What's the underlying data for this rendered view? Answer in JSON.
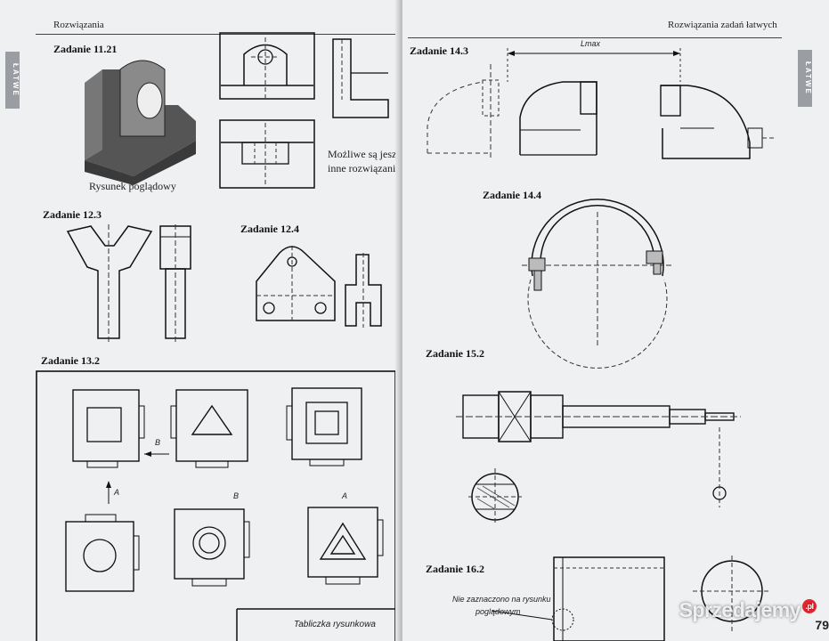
{
  "left_page": {
    "side_tab": "ŁATWE",
    "header": "Rozwiązania",
    "tasks": {
      "t11_21": "Zadanie 11.21",
      "t12_3": "Zadanie 12.3",
      "t12_4": "Zadanie 12.4",
      "t13_2": "Zadanie 13.2"
    },
    "caption_pictorial": "Rysunek poglądowy",
    "caption_other_1": "Możliwe są jeszcze",
    "caption_other_2": "inne rozwiązania",
    "arrow_labels": {
      "b1": "B",
      "a1": "A",
      "b2": "B",
      "a2": "A"
    },
    "title_block": "Tabliczka rysunkowa"
  },
  "right_page": {
    "side_tab": "ŁATWE",
    "header": "Rozwiązania zadań łatwych",
    "lmax_label": "Lmax",
    "tasks": {
      "t14_3": "Zadanie 14.3",
      "t14_4": "Zadanie 14.4",
      "t15_2": "Zadanie 15.2",
      "t16_2": "Zadanie 16.2"
    },
    "note_1": "Nie zaznaczono na rysunku",
    "note_2": "poglądowym",
    "page_number": "79"
  },
  "watermark": {
    "text": "Sprzedajemy",
    "badge": ".pl"
  },
  "colors": {
    "paper": "#eef0f2",
    "ink": "#1a1a1a",
    "tab": "#9a9ea2",
    "background": "#2b2b2e",
    "badge": "#e8262e"
  }
}
